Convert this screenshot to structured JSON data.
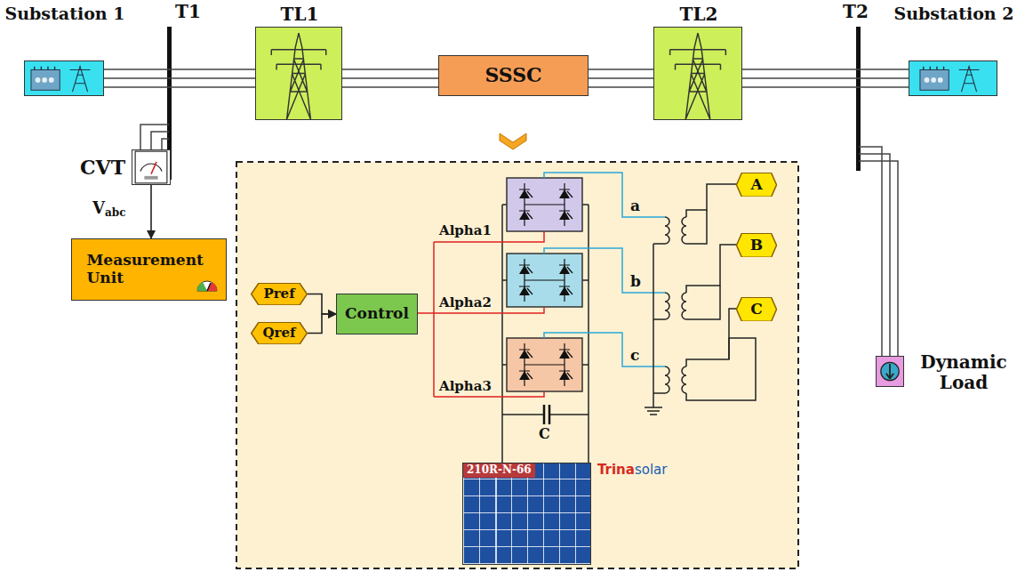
{
  "diagram": {
    "nodes": [
      {
        "text": [
          "Substation 1"
        ]
      },
      {
        "text": [
          "TL1"
        ]
      },
      {
        "text": [
          "SSSC"
        ]
      },
      {
        "text": [
          "TL2"
        ]
      },
      {
        "text": [
          "Substation 2"
        ]
      },
      {
        "text": [
          "CVT"
        ]
      },
      {
        "text": [
          "Measurement Unit"
        ]
      },
      {
        "text": [
          "Dynamic Load"
        ]
      },
      {
        "text": [
          "Pref"
        ]
      },
      {
        "text": [
          "Qref"
        ]
      },
      {
        "text": [
          "Control"
        ]
      },
      {
        "text": [
          "A"
        ]
      },
      {
        "text": [
          "B"
        ]
      },
      {
        "text": [
          "C"
        ]
      },
      {
        "text": [
          "210R-N-66"
        ]
      }
    ],
    "edges": [
      {
        "from": 0,
        "to": 1,
        "arrow": "none"
      },
      {
        "from": 1,
        "to": 2,
        "arrow": "none"
      },
      {
        "from": 2,
        "to": 3,
        "arrow": "none"
      },
      {
        "from": 3,
        "to": 4,
        "arrow": "none"
      },
      {
        "from": 5,
        "to": 6,
        "arrow": "to"
      },
      {
        "from": 8,
        "to": 10,
        "arrow": "to"
      },
      {
        "from": 9,
        "to": 10,
        "arrow": "to"
      }
    ],
    "labels": [
      "T1",
      "T2",
      "V",
      "abc",
      "Alpha1",
      "Alpha2",
      "Alpha3",
      "a",
      "b",
      "c",
      "C",
      "Trina",
      "solar"
    ]
  }
}
